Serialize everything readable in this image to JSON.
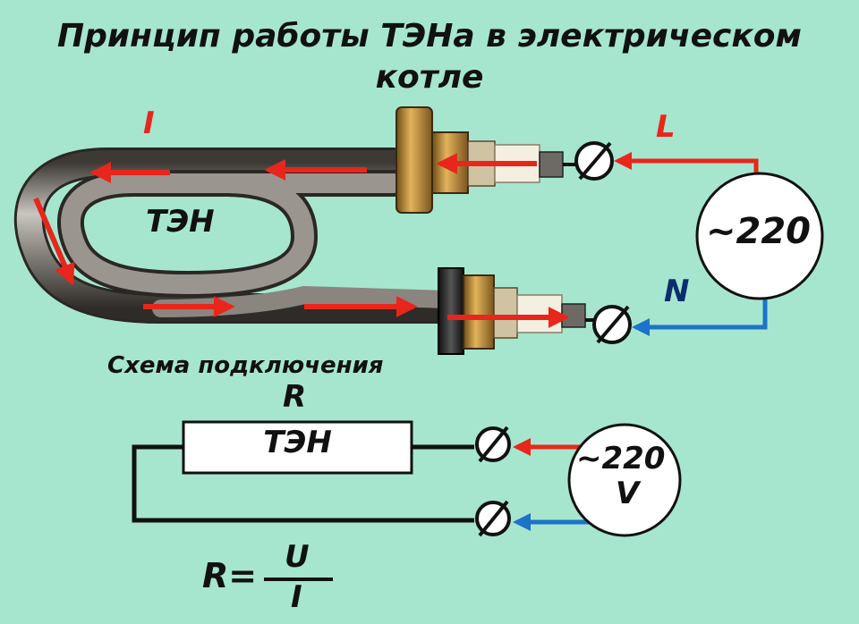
{
  "title": "Принцип работы ТЭНа в электрическом котле",
  "top": {
    "current_label": "I",
    "phase_label": "L",
    "neutral_label": "N",
    "element_label": "ТЭН",
    "source_label": "~220"
  },
  "scheme": {
    "caption": "Схема подключения",
    "resistor_symbol": "R",
    "element_label": "ТЭН",
    "source_label": "~220",
    "source_unit": "V"
  },
  "formula": {
    "lhs": "R=",
    "numerator": "U",
    "denominator": "I"
  },
  "colors": {
    "background": "#a6e6cf",
    "phase_wire": "#e8261c",
    "neutral_wire": "#1c73c7",
    "current_arrow": "#e8261c",
    "tube_metal": "#7a7670",
    "brass_nut": "#b9893a"
  }
}
